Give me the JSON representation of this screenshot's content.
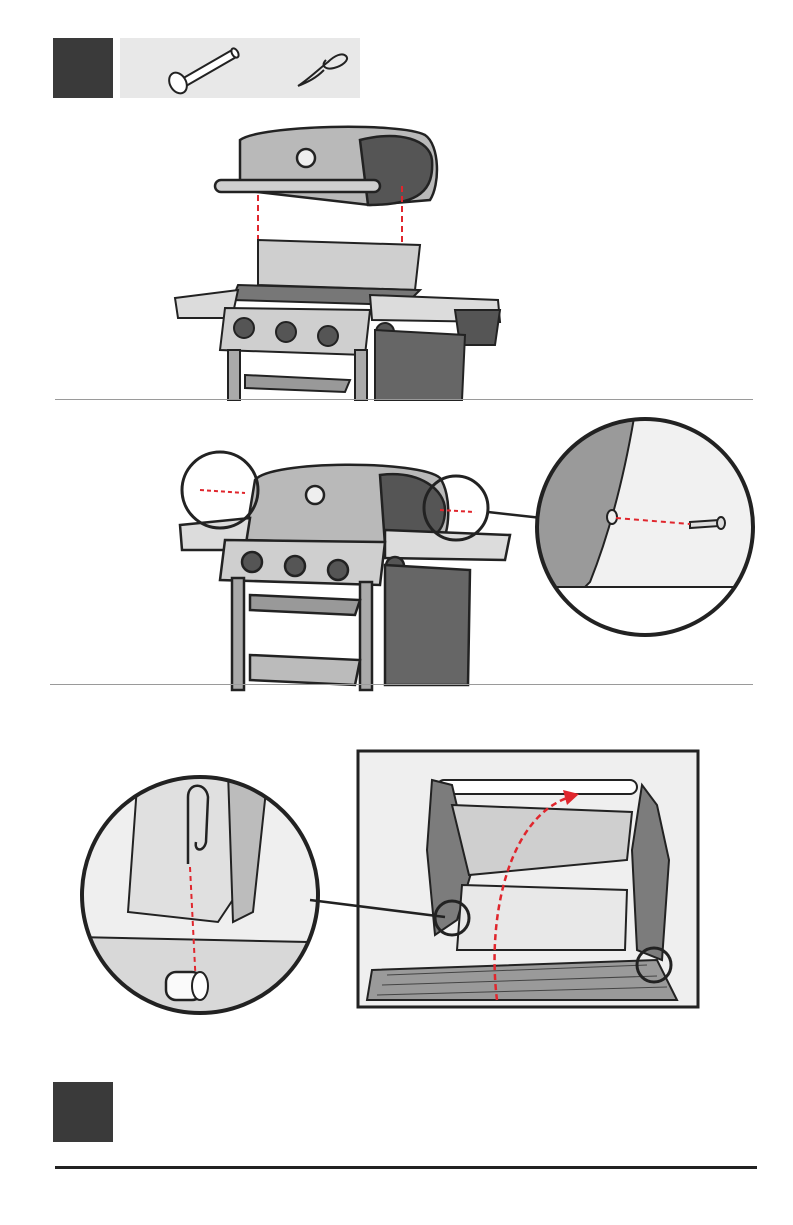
{
  "page": {
    "type": "assembly-instructions",
    "steps": [
      {
        "step_number": "",
        "parts": [
          {
            "icon": "hinge-pin-icon"
          },
          {
            "icon": "hair-pin-clip-icon"
          }
        ],
        "illustrations": [
          "lid-placement-illustration",
          "pin-insertion-illustration",
          "pin-detail-zoom",
          "clip-detail-zoom",
          "lid-open-illustration"
        ]
      },
      {
        "step_number": ""
      }
    ]
  },
  "colors": {
    "step_box": "#3a3a3a",
    "parts_panel": "#e8e8e8",
    "guide_dash": "#e0262d",
    "outline": "#222222",
    "grill_gray": "#8a8a8a"
  }
}
